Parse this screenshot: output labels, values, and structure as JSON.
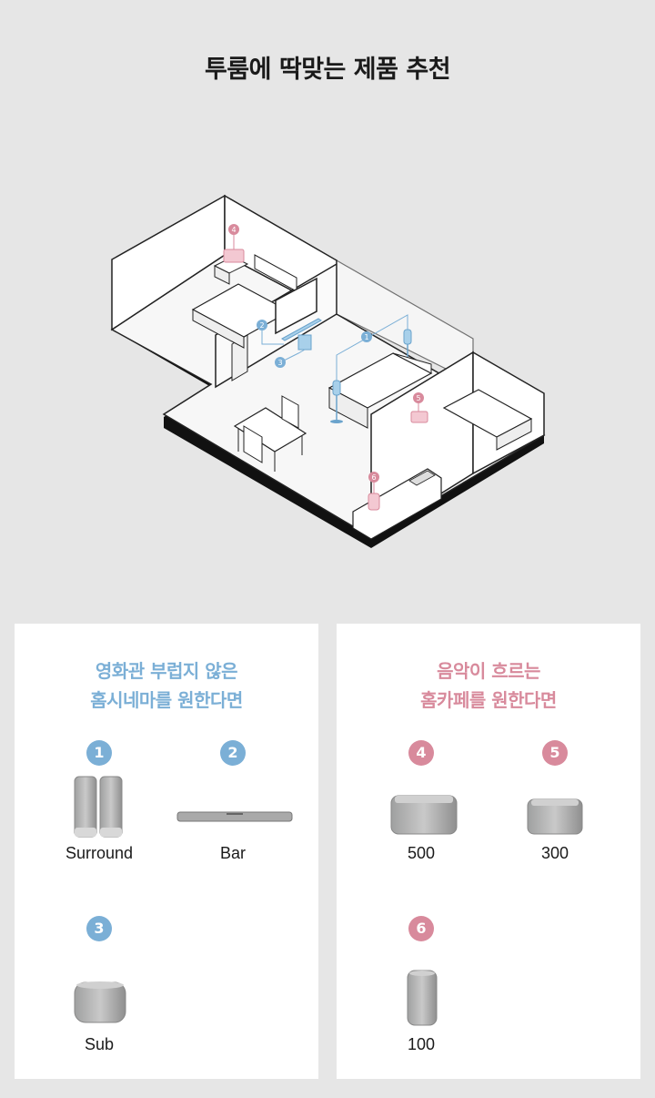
{
  "page": {
    "title": "투룸에 딱맞는 제품 추천"
  },
  "floorplan": {
    "markers": [
      {
        "number": "1",
        "group": "cinema"
      },
      {
        "number": "2",
        "group": "cinema"
      },
      {
        "number": "3",
        "group": "cinema"
      },
      {
        "number": "4",
        "group": "cafe"
      },
      {
        "number": "5",
        "group": "cafe"
      },
      {
        "number": "6",
        "group": "cafe"
      }
    ]
  },
  "colors": {
    "cinema_accent": "#7bafd6",
    "cafe_accent": "#d88a9c",
    "background": "#e6e6e6"
  },
  "panels": {
    "cinema": {
      "heading_line1": "영화관 부럽지 않은",
      "heading_line2": "홈시네마를 원한다면",
      "products": [
        {
          "number": "1",
          "label": "Surround"
        },
        {
          "number": "2",
          "label": "Bar"
        },
        {
          "number": "3",
          "label": "Sub"
        }
      ]
    },
    "cafe": {
      "heading_line1": "음악이 흐르는",
      "heading_line2": "홈카페를 원한다면",
      "products": [
        {
          "number": "4",
          "label": "500"
        },
        {
          "number": "5",
          "label": "300"
        },
        {
          "number": "6",
          "label": "100"
        }
      ]
    }
  }
}
